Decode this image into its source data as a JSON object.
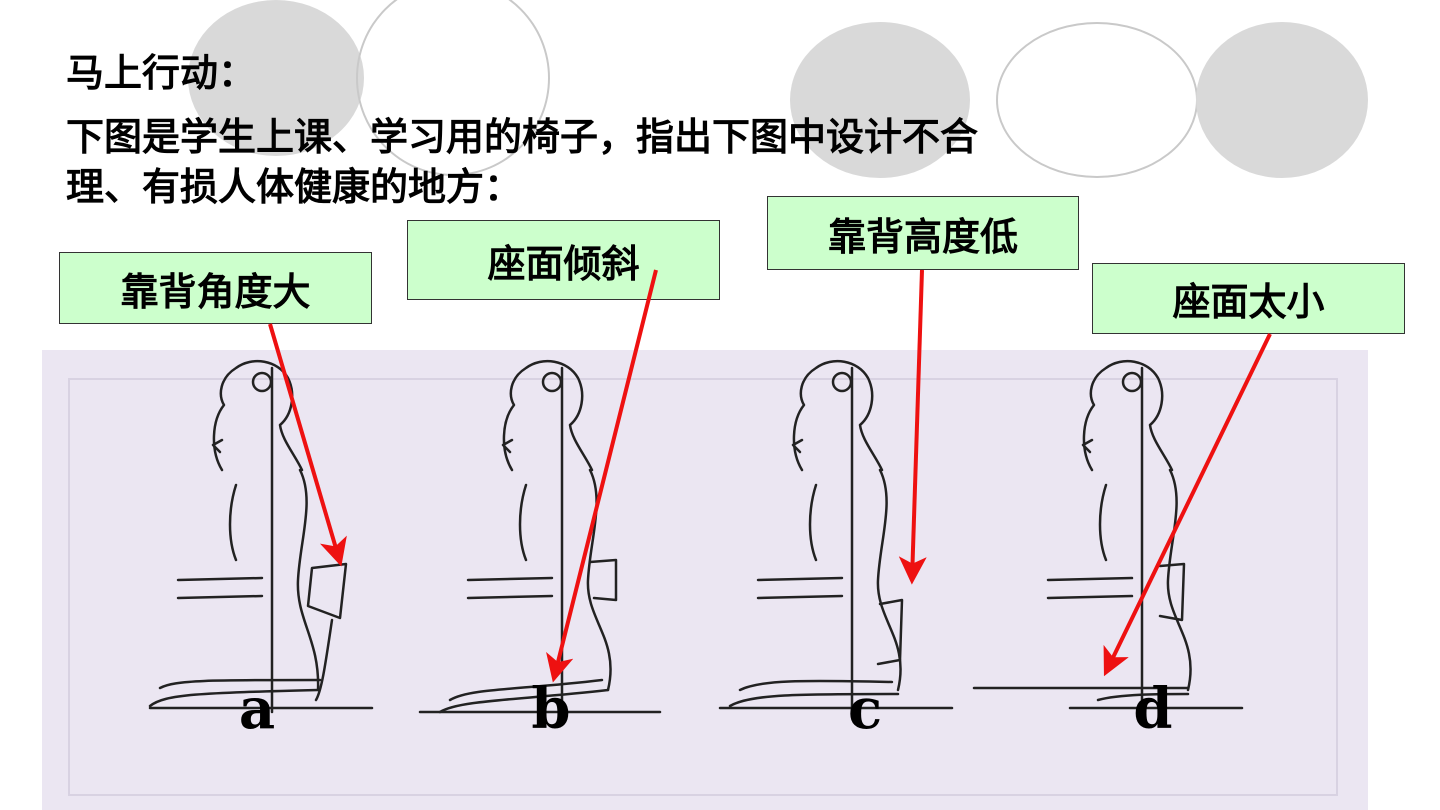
{
  "title": "马上行动：",
  "instruction_line1": "下图是学生上课、学习用的椅子，指出下图中设计不合",
  "instruction_line2": "理、有损人体健康的地方：",
  "labels": {
    "backrest_angle": "靠背角度大",
    "seat_tilt": "座面倾斜",
    "backrest_height": "靠背高度低",
    "seat_small": "座面太小"
  },
  "figures": [
    {
      "letter": "a"
    },
    {
      "letter": "b"
    },
    {
      "letter": "c"
    },
    {
      "letter": "d"
    }
  ],
  "colors": {
    "arrow": "#ee1111",
    "label_bg": "#ccffcc",
    "panel_bg": "#ebe6f2",
    "decor_circle": "#d9d9d9"
  }
}
